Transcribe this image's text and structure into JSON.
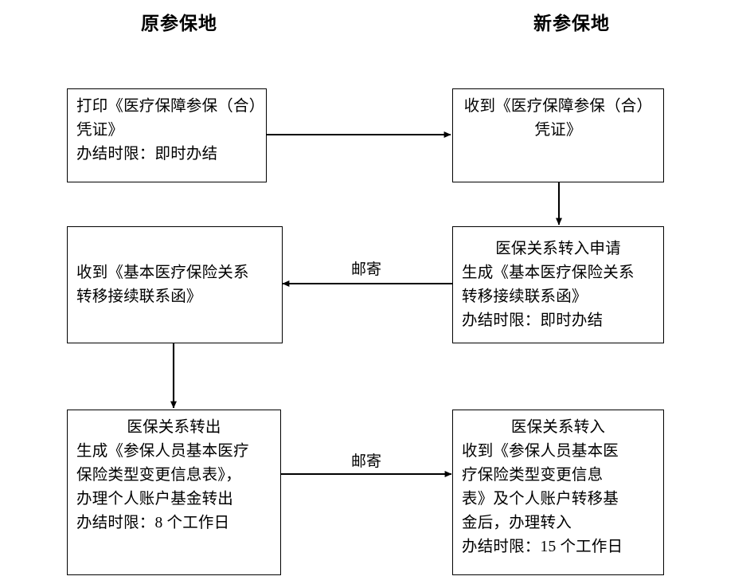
{
  "diagram": {
    "title_left": "原参保地",
    "title_right": "新参保地",
    "columns": [
      {
        "id": "origin",
        "label": "原参保地"
      },
      {
        "id": "destination",
        "label": "新参保地"
      }
    ],
    "nodes": [
      {
        "id": "print-voucher",
        "column": "origin",
        "lines": [
          "打印《医疗保障参保（合）",
          "凭证》",
          "办结时限：即时办结"
        ]
      },
      {
        "id": "receive-voucher",
        "column": "destination",
        "lines": [
          "收到《医疗保障参保（合）",
          "凭证》"
        ]
      },
      {
        "id": "transfer-in-application",
        "column": "destination",
        "lines": [
          "医保关系转入申请",
          "生成《基本医疗保险关系",
          "转移接续联系函》",
          "办结时限：即时办结"
        ]
      },
      {
        "id": "receive-contact-letter",
        "column": "origin",
        "lines": [
          "收到《基本医疗保险关系",
          "转移接续联系函》"
        ]
      },
      {
        "id": "transfer-out",
        "column": "origin",
        "lines": [
          "医保关系转出",
          "生成《参保人员基本医疗",
          "保险类型变更信息表》，",
          "办理个人账户基金转出",
          "办结时限：8 个工作日"
        ]
      },
      {
        "id": "transfer-in",
        "column": "destination",
        "lines": [
          "医保关系转入",
          "收到《参保人员基本医",
          "疗保险类型变更信息",
          "表》及个人账户转移基",
          "金后，办理转入",
          "办结时限：15 个工作日"
        ]
      }
    ],
    "edges": [
      {
        "id": "print-to-receive",
        "from": "print-voucher",
        "to": "receive-voucher",
        "label": ""
      },
      {
        "id": "receive-to-application",
        "from": "receive-voucher",
        "to": "transfer-in-application",
        "label": ""
      },
      {
        "id": "application-to-letter",
        "from": "transfer-in-application",
        "to": "receive-contact-letter",
        "label": "邮寄"
      },
      {
        "id": "letter-to-transfer-out",
        "from": "receive-contact-letter",
        "to": "transfer-out",
        "label": ""
      },
      {
        "id": "transfer-out-to-transfer-in",
        "from": "transfer-out",
        "to": "transfer-in",
        "label": "邮寄"
      }
    ],
    "colors": {
      "stroke": "#000000",
      "text": "#000000",
      "background": "#ffffff"
    }
  }
}
